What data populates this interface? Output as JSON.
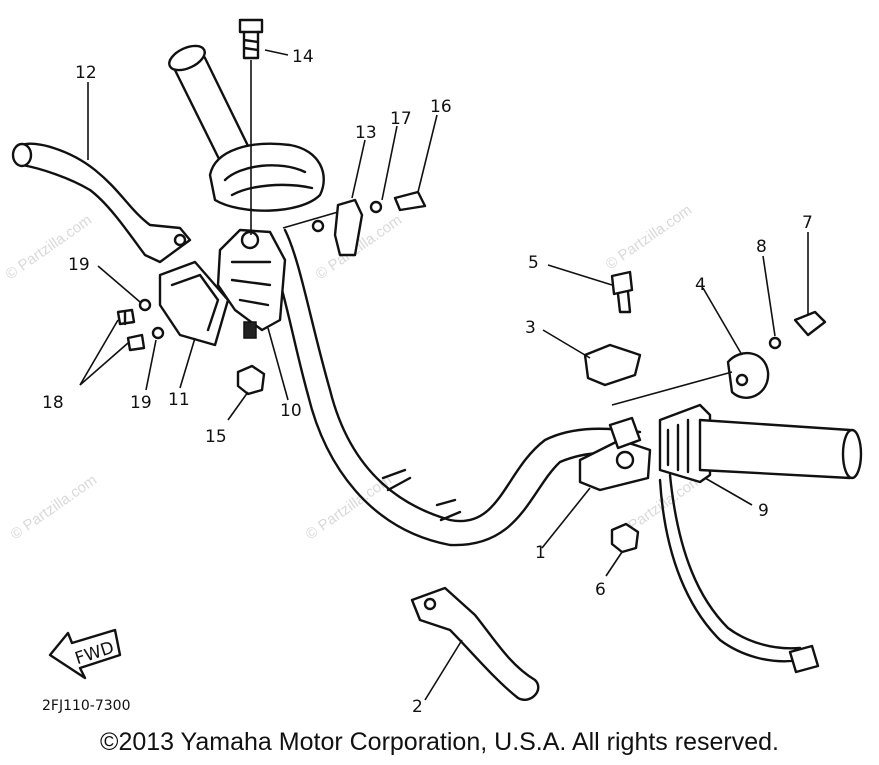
{
  "diagram": {
    "code": "2FJ110-7300",
    "fwd_label": "FWD",
    "copyright": "©2013 Yamaha Motor Corporation, U.S.A. All rights reserved.",
    "watermark": "© Partzilla.com",
    "callouts": [
      "1",
      "2",
      "3",
      "4",
      "5",
      "6",
      "7",
      "8",
      "9",
      "10",
      "11",
      "12",
      "13",
      "14",
      "15",
      "16",
      "17",
      "18",
      "19",
      "19"
    ]
  }
}
